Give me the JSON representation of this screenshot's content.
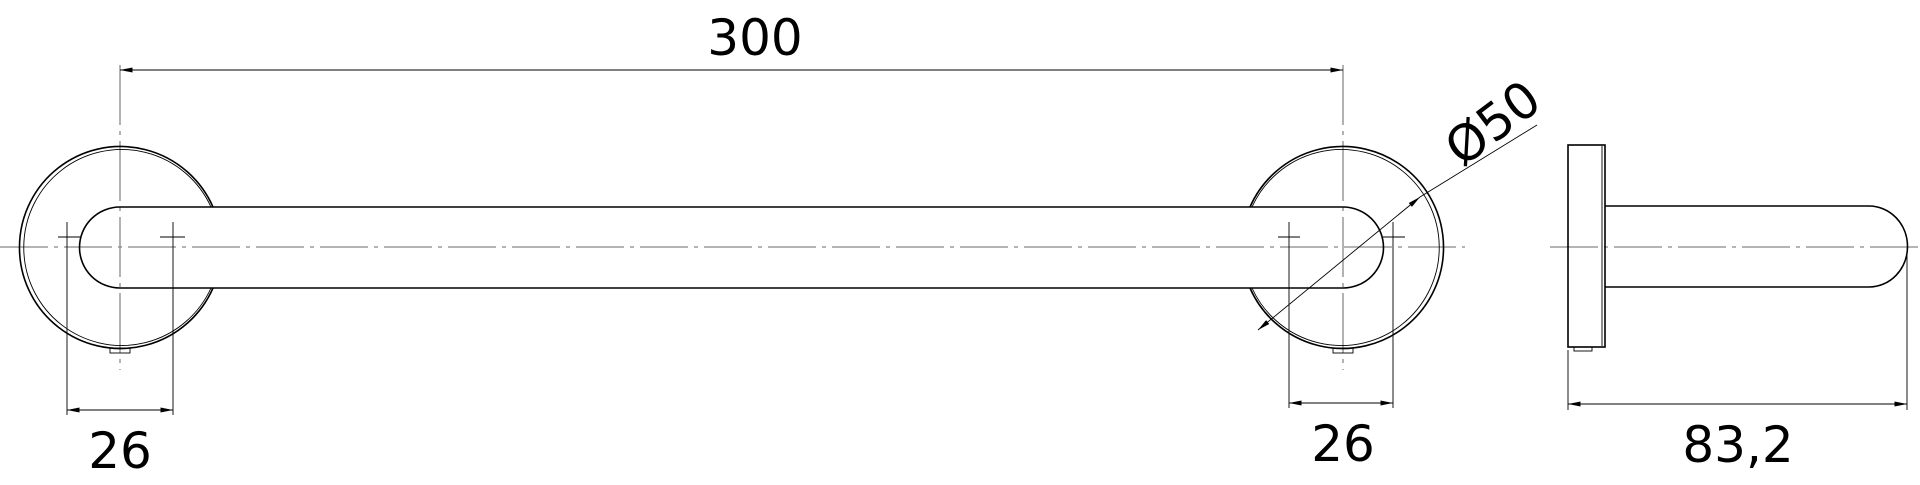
{
  "dimensions": {
    "length": "300",
    "left_hole_spacing": "26",
    "right_hole_spacing": "26",
    "diameter": "Ø50",
    "depth": "83,2"
  }
}
